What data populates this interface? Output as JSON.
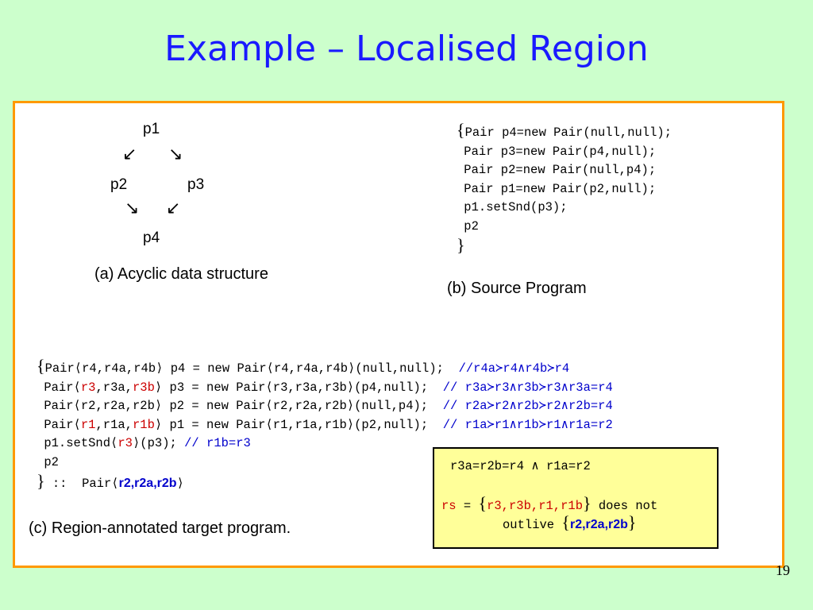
{
  "title": "Example – Localised Region",
  "diagram": {
    "nodes": {
      "p1": "p1",
      "p2": "p2",
      "p3": "p3",
      "p4": "p4"
    },
    "arrows": {
      "sw": "↙",
      "se": "↘"
    },
    "caption": "(a) Acyclic data structure"
  },
  "source": {
    "caption": "(b) Source Program",
    "open": "{",
    "close": "}",
    "lines": [
      "Pair p4=new Pair(null,null);",
      " Pair p3=new Pair(p4,null);",
      " Pair p2=new Pair(null,p4);",
      " Pair p1=new Pair(p2,null);",
      " p1.setSnd(p3);",
      " p2"
    ]
  },
  "target": {
    "caption": "(c) Region-annotated target program.",
    "open": "{",
    "close": "}",
    "l1": {
      "a": "Pair⟨r4,r4a,r4b⟩ p4 = new Pair⟨r4,r4a,r4b⟩(null,null);  ",
      "c": "//r4a≻r4∧r4b≻r4"
    },
    "l2": {
      "a": "Pair⟨",
      "r1": "r3",
      "b": ",r3a,",
      "r2": "r3b",
      "d": "⟩ p3 = new Pair⟨r3,r3a,r3b⟩(p4,null);  ",
      "c": "// r3a≻r3∧r3b≻r3∧r3a=r4"
    },
    "l3": {
      "a": "Pair⟨r2,r2a,r2b⟩ p2 = new Pair⟨r2,r2a,r2b⟩(null,p4);  ",
      "c": "// r2a≻r2∧r2b≻r2∧r2b=r4"
    },
    "l4": {
      "a": "Pair⟨",
      "r1": "r1",
      "b": ",r1a,",
      "r2": "r1b",
      "d": "⟩ p1 = new Pair⟨r1,r1a,r1b⟩(p2,null);  ",
      "c": "// r1a≻r1∧r1b≻r1∧r1a=r2"
    },
    "l5": {
      "a": "p1.setSnd⟨",
      "r": "r3",
      "b": "⟩(p3); ",
      "c": "// r1b=r3"
    },
    "l6": "p2",
    "l7": {
      "a": " ::  Pair⟨",
      "bold": "r2,r2a,r2b",
      "b": "⟩"
    }
  },
  "constraints": {
    "line1": "r3a=r2b=r4 ∧ r1a=r2",
    "rs_label": "rs",
    "eq": " = ",
    "set1_open": "{",
    "set1": "r3,r3b,r1,r1b",
    "set1_close": "}",
    "does_not": " does not",
    "outlive": "outlive ",
    "set2_open": "{",
    "set2": "r2,r2a,r2b",
    "set2_close": "}"
  },
  "page_number": "19"
}
